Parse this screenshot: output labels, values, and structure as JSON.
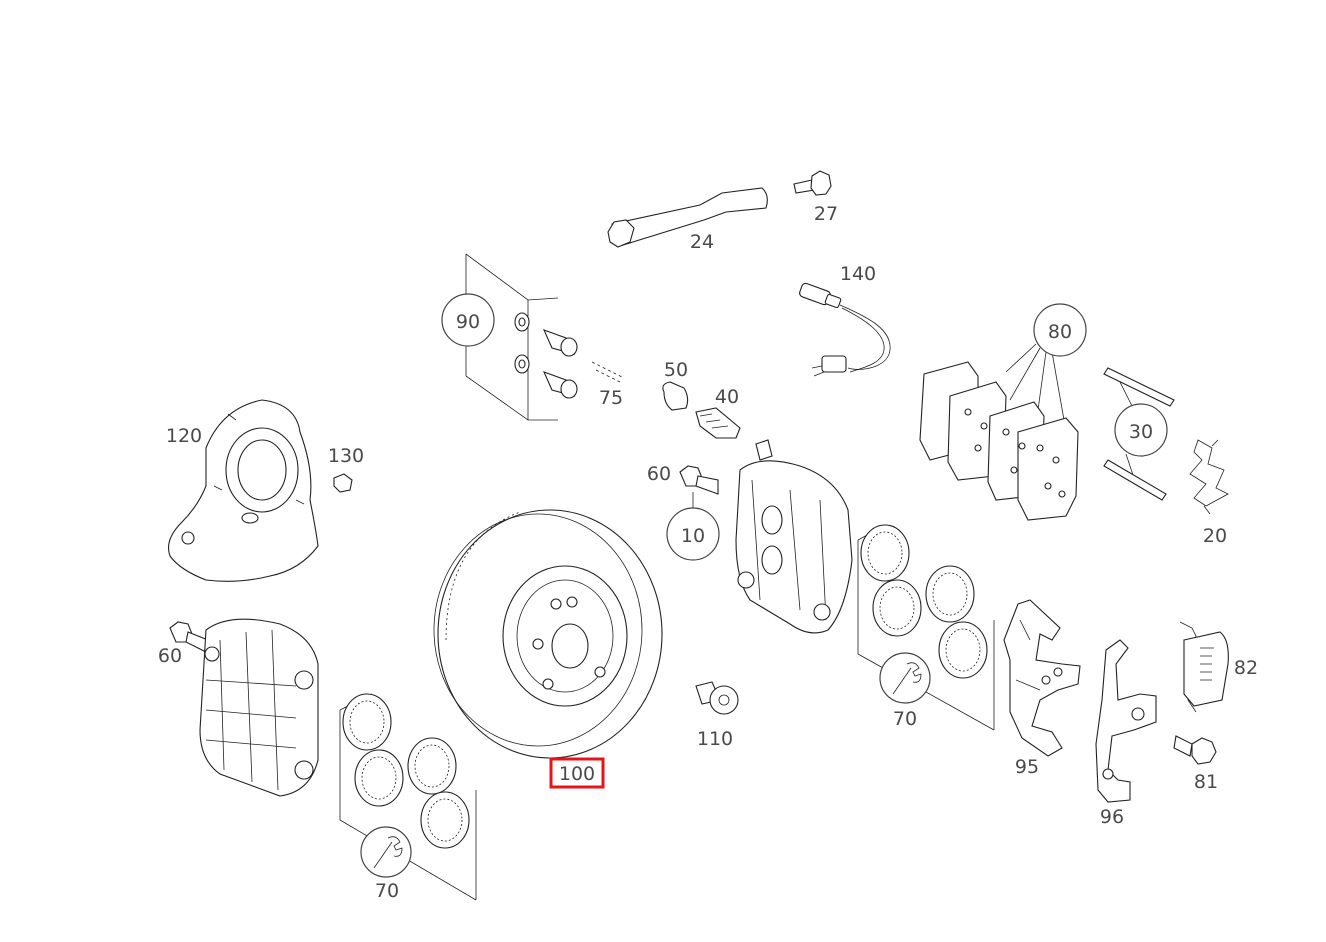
{
  "diagram": {
    "highlight_color": "#e8141a",
    "highlighted_part": "100",
    "callouts": {
      "p10": "10",
      "p20": "20",
      "p24": "24",
      "p27": "27",
      "p30": "30",
      "p40": "40",
      "p50": "50",
      "p60a": "60",
      "p60b": "60",
      "p70a": "70",
      "p70b": "70",
      "p75": "75",
      "p80": "80",
      "p81": "81",
      "p82": "82",
      "p90": "90",
      "p95": "95",
      "p96": "96",
      "p100": "100",
      "p110": "110",
      "p120": "120",
      "p130": "130",
      "p140": "140"
    }
  }
}
